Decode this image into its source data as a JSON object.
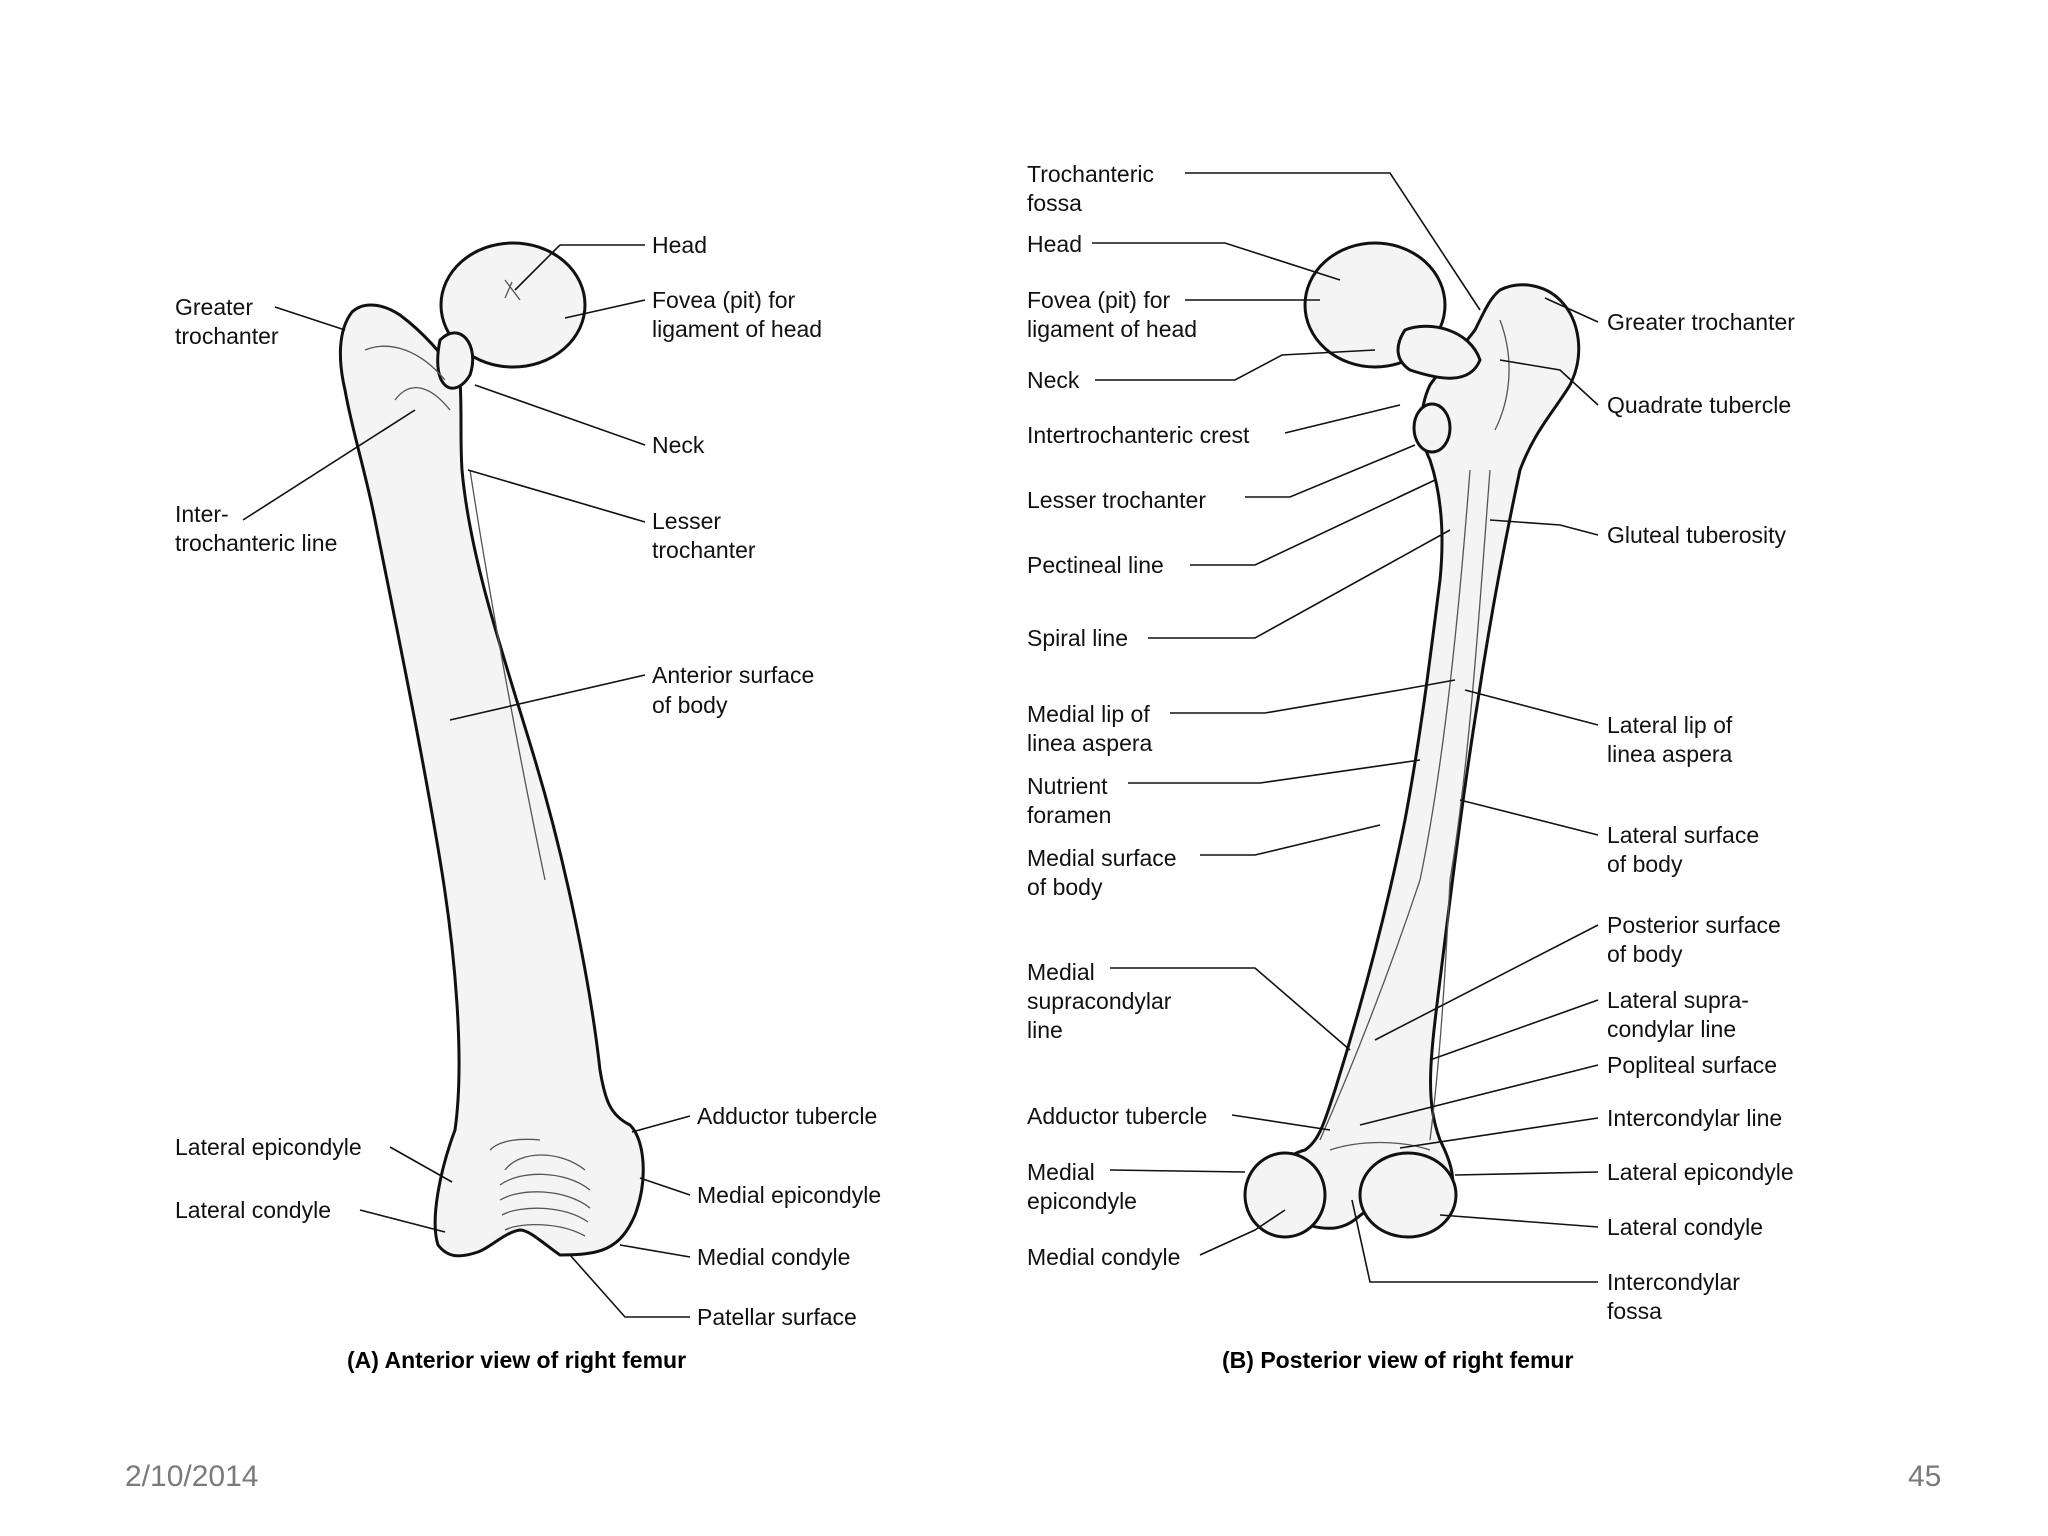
{
  "anterior": {
    "caption": "(A) Anterior view of right femur",
    "labels": {
      "head": "Head",
      "fovea": [
        "Fovea (pit) for",
        "ligament of head"
      ],
      "greater_trochanter": [
        "Greater",
        "trochanter"
      ],
      "neck": "Neck",
      "intertrochanteric_line": [
        "Inter-",
        "trochanteric line"
      ],
      "lesser_trochanter": [
        "Lesser",
        "trochanter"
      ],
      "anterior_surface": [
        "Anterior surface",
        "of body"
      ],
      "adductor_tubercle": "Adductor tubercle",
      "lateral_epicondyle": "Lateral epicondyle",
      "medial_epicondyle": "Medial epicondyle",
      "lateral_condyle": "Lateral condyle",
      "medial_condyle": "Medial condyle",
      "patellar_surface": "Patellar surface"
    }
  },
  "posterior": {
    "caption": "(B) Posterior view of right femur",
    "labels": {
      "trochanteric_fossa": [
        "Trochanteric",
        "fossa"
      ],
      "head": "Head",
      "fovea": [
        "Fovea (pit) for",
        "ligament of head"
      ],
      "neck": "Neck",
      "intertrochanteric_crest": "Intertrochanteric crest",
      "lesser_trochanter": "Lesser trochanter",
      "pectineal_line": "Pectineal line",
      "spiral_line": "Spiral line",
      "medial_lip": [
        "Medial lip of",
        "linea aspera"
      ],
      "nutrient_foramen": [
        "Nutrient",
        "foramen"
      ],
      "medial_surface": [
        "Medial surface",
        "of body"
      ],
      "medial_supracondylar": [
        "Medial",
        "supracondylar",
        "line"
      ],
      "adductor_tubercle": "Adductor tubercle",
      "medial_epicondyle": [
        "Medial",
        "epicondyle"
      ],
      "medial_condyle": "Medial condyle",
      "greater_trochanter": "Greater trochanter",
      "quadrate_tubercle": "Quadrate tubercle",
      "gluteal_tuberosity": "Gluteal tuberosity",
      "lateral_lip": [
        "Lateral lip of",
        "linea aspera"
      ],
      "lateral_surface": [
        "Lateral surface",
        "of body"
      ],
      "posterior_surface": [
        "Posterior surface",
        "of body"
      ],
      "lateral_supracondylar": [
        "Lateral supra-",
        "condylar line"
      ],
      "popliteal_surface": "Popliteal surface",
      "intercondylar_line": "Intercondylar line",
      "lateral_epicondyle": "Lateral epicondyle",
      "lateral_condyle": "Lateral condyle",
      "intercondylar_fossa": [
        "Intercondylar",
        "fossa"
      ]
    }
  },
  "footer": {
    "date": "2/10/2014",
    "page": "45"
  }
}
